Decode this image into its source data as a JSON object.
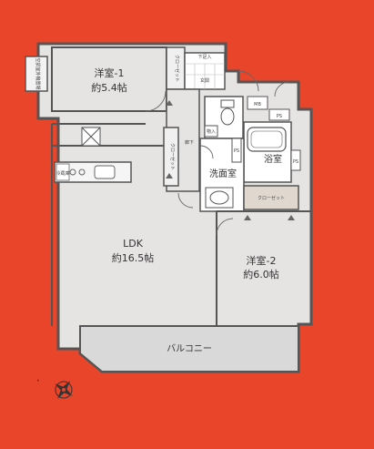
{
  "colors": {
    "background": "#e8452a",
    "floor": "#e6e3e3",
    "wet_area": "#ffffff",
    "wall": "#555555",
    "balcony": "#d9d9d9",
    "closet": "#e0d8cf"
  },
  "rooms": {
    "western1_name": "洋室-1",
    "western1_size": "約5.4帖",
    "western2_name": "洋室-2",
    "western2_size": "約6.0帖",
    "ldk_name": "LDK",
    "ldk_size": "約16.5帖",
    "bathroom": "浴室",
    "washroom": "洗面室",
    "balcony": "バルコニー",
    "corridor": "廊下",
    "closet_top": "クローゼット",
    "closet_hall": "クローゼット",
    "closet_w2": "クローゼット",
    "shoe_cabinet": "下足入",
    "entrance": "玄関",
    "aircon": "空調室外機置場",
    "fridge": "冷蔵庫",
    "mb": "MB",
    "ps1": "PS",
    "ps2": "PS",
    "ps3": "PS",
    "storage": "物入"
  },
  "icons": {
    "compass": "compass-icon",
    "fridge": "refrigerator-icon",
    "toilet": "toilet-icon",
    "bathtub": "bathtub-icon",
    "sink": "sink-icon",
    "stove": "stove-icon"
  }
}
